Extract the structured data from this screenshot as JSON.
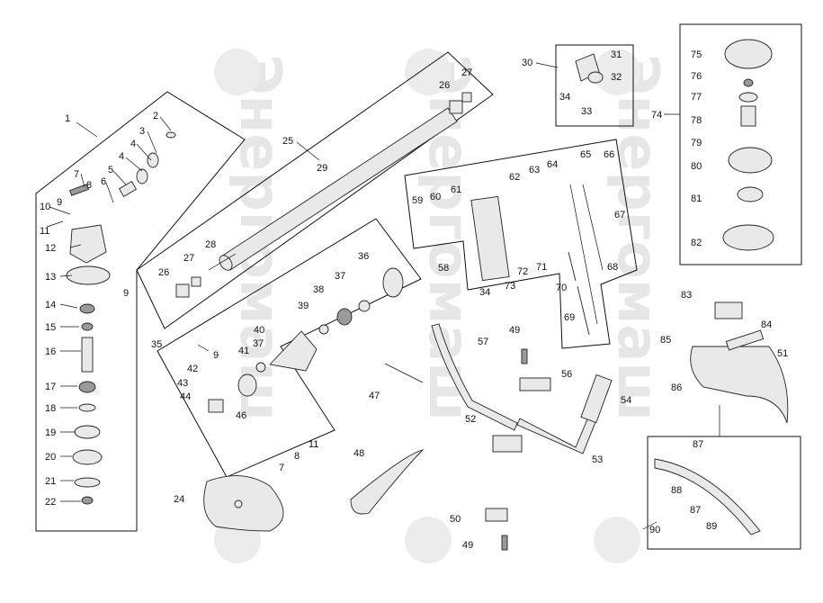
{
  "watermark": {
    "text": "Энергомаш"
  },
  "callouts": [
    {
      "id": "c1",
      "text": "1"
    },
    {
      "id": "c2",
      "text": "2"
    },
    {
      "id": "c3",
      "text": "3"
    },
    {
      "id": "c4a",
      "text": "4"
    },
    {
      "id": "c4b",
      "text": "4"
    },
    {
      "id": "c5",
      "text": "5"
    },
    {
      "id": "c6",
      "text": "6"
    },
    {
      "id": "c7a",
      "text": "7"
    },
    {
      "id": "c8a",
      "text": "8"
    },
    {
      "id": "c9a",
      "text": "9"
    },
    {
      "id": "c10",
      "text": "10"
    },
    {
      "id": "c11a",
      "text": "11"
    },
    {
      "id": "c12",
      "text": "12"
    },
    {
      "id": "c13",
      "text": "13"
    },
    {
      "id": "c9b",
      "text": "9"
    },
    {
      "id": "c14",
      "text": "14"
    },
    {
      "id": "c15",
      "text": "15"
    },
    {
      "id": "c16",
      "text": "16"
    },
    {
      "id": "c17",
      "text": "17"
    },
    {
      "id": "c18",
      "text": "18"
    },
    {
      "id": "c19",
      "text": "19"
    },
    {
      "id": "c20",
      "text": "20"
    },
    {
      "id": "c21",
      "text": "21"
    },
    {
      "id": "c22",
      "text": "22"
    },
    {
      "id": "c25",
      "text": "25"
    },
    {
      "id": "c26a",
      "text": "26"
    },
    {
      "id": "c27a",
      "text": "27"
    },
    {
      "id": "c29",
      "text": "29"
    },
    {
      "id": "c28",
      "text": "28"
    },
    {
      "id": "c26b",
      "text": "26"
    },
    {
      "id": "c27b",
      "text": "27"
    },
    {
      "id": "c36",
      "text": "36"
    },
    {
      "id": "c37a",
      "text": "37"
    },
    {
      "id": "c38",
      "text": "38"
    },
    {
      "id": "c39",
      "text": "39"
    },
    {
      "id": "c40",
      "text": "40"
    },
    {
      "id": "c41",
      "text": "41"
    },
    {
      "id": "c37b",
      "text": "37"
    },
    {
      "id": "c35",
      "text": "35"
    },
    {
      "id": "c9c",
      "text": "9"
    },
    {
      "id": "c42",
      "text": "42"
    },
    {
      "id": "c43",
      "text": "43"
    },
    {
      "id": "c44",
      "text": "44"
    },
    {
      "id": "c46",
      "text": "46"
    },
    {
      "id": "c11b",
      "text": "11"
    },
    {
      "id": "c8b",
      "text": "8"
    },
    {
      "id": "c7b",
      "text": "7"
    },
    {
      "id": "c24",
      "text": "24"
    },
    {
      "id": "c47",
      "text": "47"
    },
    {
      "id": "c48",
      "text": "48"
    },
    {
      "id": "c30",
      "text": "30"
    },
    {
      "id": "c31",
      "text": "31"
    },
    {
      "id": "c32",
      "text": "32"
    },
    {
      "id": "c34a",
      "text": "34"
    },
    {
      "id": "c33",
      "text": "33"
    },
    {
      "id": "c59",
      "text": "59"
    },
    {
      "id": "c60",
      "text": "60"
    },
    {
      "id": "c61",
      "text": "61"
    },
    {
      "id": "c62",
      "text": "62"
    },
    {
      "id": "c63",
      "text": "63"
    },
    {
      "id": "c64",
      "text": "64"
    },
    {
      "id": "c65",
      "text": "65"
    },
    {
      "id": "c66",
      "text": "66"
    },
    {
      "id": "c67",
      "text": "67"
    },
    {
      "id": "c58",
      "text": "58"
    },
    {
      "id": "c34b",
      "text": "34"
    },
    {
      "id": "c73",
      "text": "73"
    },
    {
      "id": "c72",
      "text": "72"
    },
    {
      "id": "c71",
      "text": "71"
    },
    {
      "id": "c70",
      "text": "70"
    },
    {
      "id": "c68",
      "text": "68"
    },
    {
      "id": "c69",
      "text": "69"
    },
    {
      "id": "c57",
      "text": "57"
    },
    {
      "id": "c49a",
      "text": "49"
    },
    {
      "id": "c56",
      "text": "56"
    },
    {
      "id": "c54",
      "text": "54"
    },
    {
      "id": "c52",
      "text": "52"
    },
    {
      "id": "c53",
      "text": "53"
    },
    {
      "id": "c50",
      "text": "50"
    },
    {
      "id": "c49b",
      "text": "49"
    },
    {
      "id": "c75",
      "text": "75"
    },
    {
      "id": "c76",
      "text": "76"
    },
    {
      "id": "c77",
      "text": "77"
    },
    {
      "id": "c78",
      "text": "78"
    },
    {
      "id": "c74",
      "text": "74"
    },
    {
      "id": "c79",
      "text": "79"
    },
    {
      "id": "c80",
      "text": "80"
    },
    {
      "id": "c81",
      "text": "81"
    },
    {
      "id": "c82",
      "text": "82"
    },
    {
      "id": "c83",
      "text": "83"
    },
    {
      "id": "c84",
      "text": "84"
    },
    {
      "id": "c85",
      "text": "85"
    },
    {
      "id": "c51",
      "text": "51"
    },
    {
      "id": "c86",
      "text": "86"
    },
    {
      "id": "c87a",
      "text": "87"
    },
    {
      "id": "c88",
      "text": "88"
    },
    {
      "id": "c87b",
      "text": "87"
    },
    {
      "id": "c89",
      "text": "89"
    },
    {
      "id": "c90",
      "text": "90"
    }
  ]
}
